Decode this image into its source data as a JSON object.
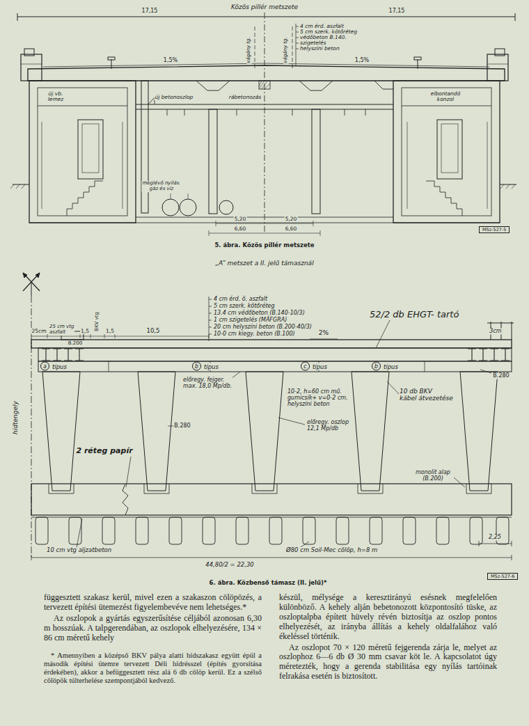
{
  "diagram": {
    "nodes": [
      {
        "text": [
          "MSz-527-5"
        ]
      },
      {
        "text": [
          "a",
          "típus"
        ]
      },
      {
        "text": [
          "b",
          "típus"
        ]
      },
      {
        "text": [
          "c",
          "típus"
        ]
      },
      {
        "text": [
          "b",
          "típus"
        ]
      },
      {
        "text": [
          "MSz-527-6"
        ]
      }
    ],
    "labels": [
      "Közös pillér metszete",
      "17,15",
      "17,15",
      "vágány tg.",
      "vágány tg.",
      "4 cm érd. aszfalt",
      "5 cm szerk. kötőréteg",
      "védőbeton B.140.",
      "szigetelés",
      "helyszíni beton",
      "1,5%",
      "1,5%",
      "új vb. lemez",
      "új betonoszlop",
      "rábetonozás",
      "elbontandó konzol",
      "meglévő nyílás. gáz és víz",
      "5,20",
      "6,60",
      "5,20",
      "6,60",
      "5. ábra. Közös pillér metszete",
      "„A” metszet a II. jelű támasznál",
      "4 cm érd. ö. aszfalt",
      "5 cm szerk. kötőréteg",
      "13.4 cm védőbeton (B.140-10/3)",
      "1 cm szigetelés (MÁFGRA)",
      "20 cm helyszíni beton (B.200-40/3)",
      "10-0 cm kiegy. beton (B.100)",
      "52/2 db EHGT- tartó",
      "25cm",
      "25 cm vtg aszfalt",
      "B.200",
      "1,5",
      "BKV vtg",
      "1,5",
      "10,5",
      "2%",
      "3cm",
      "B.280",
      "előregy. fejger. max. 18,0 Mp/db.",
      "10-2, h=60 cm mű. gumicsík+ v=0-2 cm. helyszíni beton",
      "előregy. oszlop 12,1 Mp/db",
      "10 db BKV kábel átvezetése",
      "B.280",
      "hídtengely",
      "2 réteg papír",
      "monolit alap (B.200)",
      "10 cm vtg aljzatbeton",
      "Ø80 cm Soil-Mec cölöp, h=8 m",
      "2,25",
      "44,80/2 = 22,30",
      "6. ábra. Közbenső támasz (II. jelű)*",
      "függesztett szakasz kerül, mivel ezen a szakaszon cölöpözés, a tervezett építési ütemezést figyelembevéve nem lehetséges.*",
      "Az oszlopok a gyártás egyszerűsítése céljából azonosan 6,30 m hosszúak. A talpgerendában, az oszlopok elhelyezésére, 134 × 86 cm méretű kehely",
      "* Amennyiben a középső BKV pálya alatti hídszakasz együtt épül a második építési ütemre tervezett Déli hídrésszel (építés gyorsítása érdekében), akkor a befüggesztett rész alá 6 db cölöp kerül. Ez a szélső cölöpök túlterhelése szempontjából kedvező.",
      "készül, mélysége a keresztirányú esésnek megfelelően különböző. A kehely alján bebetonozott központosító tüske, az oszloptalpba épített hüvely révén biztosítja az oszlop pontos elhelyezését, az irányba állítás a kehely oldalfalához való ékeléssel történik.",
      "Az oszlopot 70 × 120 méretű fejgerenda zárja le, melyet az oszlophoz 6—6 db Ø 30 mm csavar köt le. A kapcsolatot úgy méretezték, hogy a gerenda stabilitása egy nyílás tartóinak felrakása esetén is biztosított."
    ]
  }
}
